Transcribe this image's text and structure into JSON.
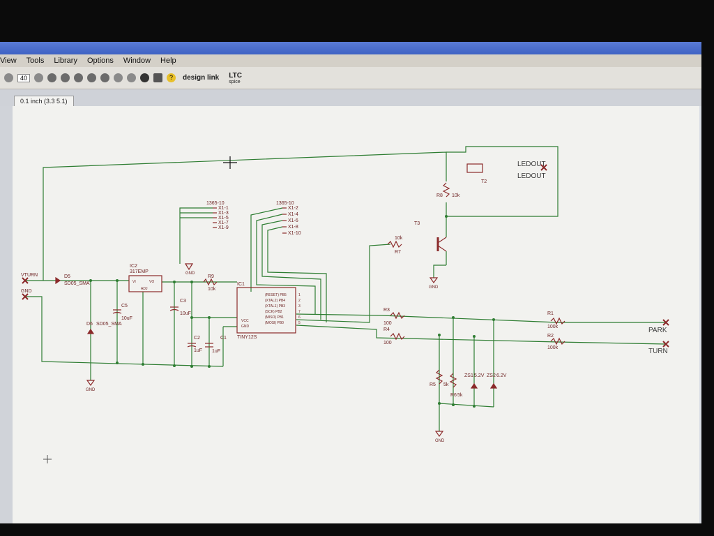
{
  "menu": {
    "items": [
      "View",
      "Tools",
      "Library",
      "Options",
      "Window",
      "Help"
    ]
  },
  "toolbar": {
    "zoom_display": "40",
    "brand_design": "design link",
    "brand_ltc": "LTC",
    "brand_ltc_sub": "spice"
  },
  "tabs": {
    "active_label": "0.1 inch (3.3 5.1)"
  },
  "schematic": {
    "labels": {
      "ic2_name": "IC2",
      "ic2_part": "317EMP",
      "ic2_vi": "VI",
      "ic2_vo": "VO",
      "ic2_adj": "ADJ",
      "ic1_name": "IC1",
      "ic1_part": "TINY12S",
      "ic1_vcc": "VCC",
      "ic1_gnd": "GND",
      "ic1_pins": [
        "(RESET) PB5",
        "(XTAL2) PB4",
        "(XTAL1) PB3",
        "(SCK) PB2",
        "(MISO) PB1",
        "(MOSI) PB0"
      ],
      "ic1_pin_nums": [
        "1",
        "2",
        "3",
        "7",
        "6",
        "5"
      ],
      "conn1_name": "1365-10",
      "conn1_pins": [
        "X1-1",
        "X1-3",
        "X1-5",
        "X1-7",
        "X1-9"
      ],
      "conn2_name": "1365-10",
      "conn2_pins": [
        "X1-2",
        "X1-4",
        "X1-6",
        "X1-8",
        "X1-10"
      ],
      "r8": "R8",
      "r8_val": "10k",
      "r7": "R7",
      "r7_val": "10k",
      "r9": "R9",
      "r9_val": "10k",
      "r3": "R3",
      "r3_val": "100",
      "r4": "R4",
      "r4_val": "100",
      "r1": "R1",
      "r1_val": "100k",
      "r2": "R2",
      "r2_val": "100k",
      "r5": "R5",
      "r5_val": "5k",
      "r6": "R6",
      "r6_val": "5k",
      "t3": "T3",
      "t2": "T2",
      "c3": "C3",
      "c3_val": "10uF",
      "c5": "C5",
      "c5_val": "10uF",
      "c2": "C2",
      "c2_val": "1uF",
      "c1": "C1",
      "c1_val": "1uF",
      "d5": "D5",
      "d5_part": "SD05_SMA",
      "d6": "D6",
      "d6_part": "SD05_SMA",
      "zs1": "ZS1",
      "zs1_val": "5.2V",
      "zs2": "ZS2",
      "zs2_val": "6.2V",
      "ledout1": "LEDOUT",
      "ledout2": "LEDOUT",
      "park": "PARK",
      "turn": "TURN",
      "vturn": "VTURN",
      "gnd_in": "GND",
      "gnd": "GND"
    }
  }
}
